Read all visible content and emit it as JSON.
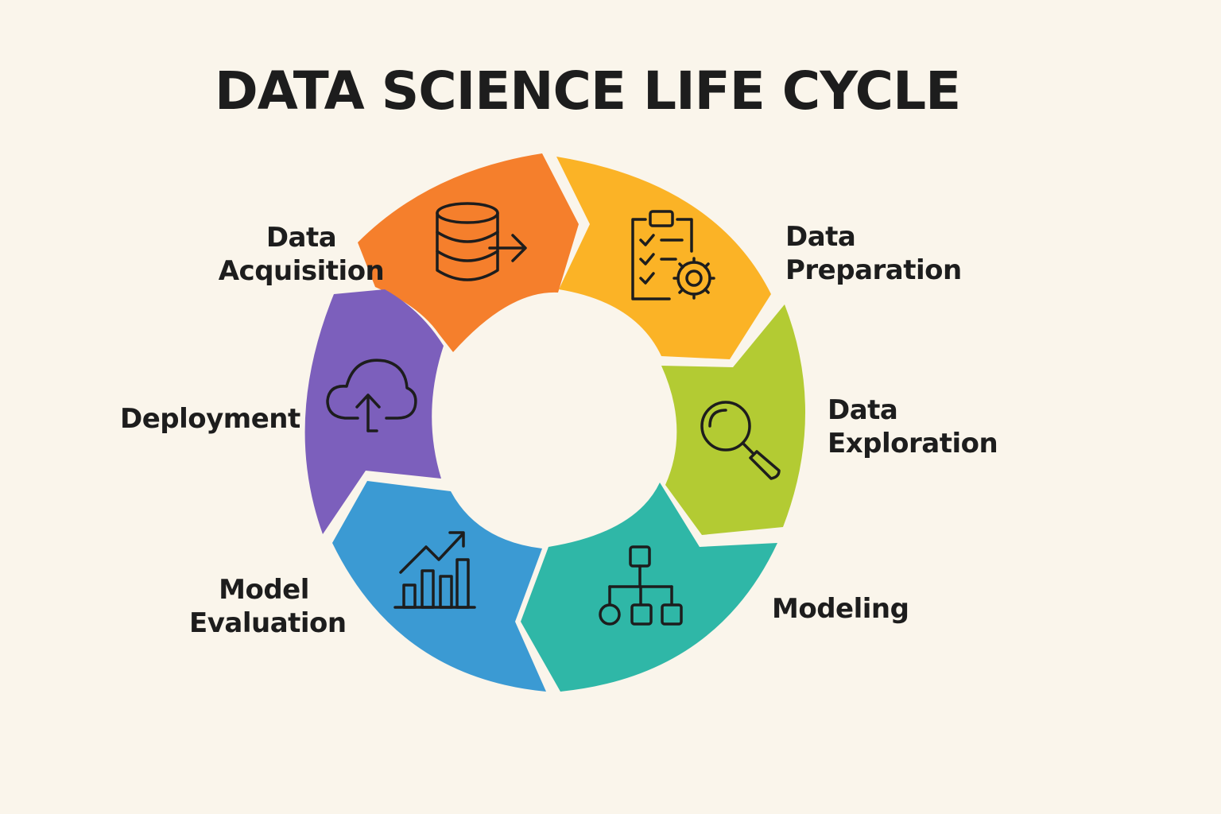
{
  "title": "DATA SCIENCE LIFE CYCLE",
  "colors": {
    "background": "#faf5eb",
    "text": "#1d1d1d"
  },
  "stages": [
    {
      "line1": "Data",
      "line2": "Acquisition",
      "color": "#f57f2c",
      "icon": "database-export-icon"
    },
    {
      "line1": "Data",
      "line2": "Preparation",
      "color": "#fbb326",
      "icon": "clipboard-gear-icon"
    },
    {
      "line1": "Data",
      "line2": "Exploration",
      "color": "#b3cb33",
      "icon": "magnifier-icon"
    },
    {
      "line1": "Modeling",
      "line2": "",
      "color": "#2fb7a7",
      "icon": "hierarchy-icon"
    },
    {
      "line1": "Model",
      "line2": "Evaluation",
      "color": "#3b9ad3",
      "icon": "growth-chart-icon"
    },
    {
      "line1": "Deployment",
      "line2": "",
      "color": "#7c5fbc",
      "icon": "cloud-upload-icon"
    }
  ]
}
